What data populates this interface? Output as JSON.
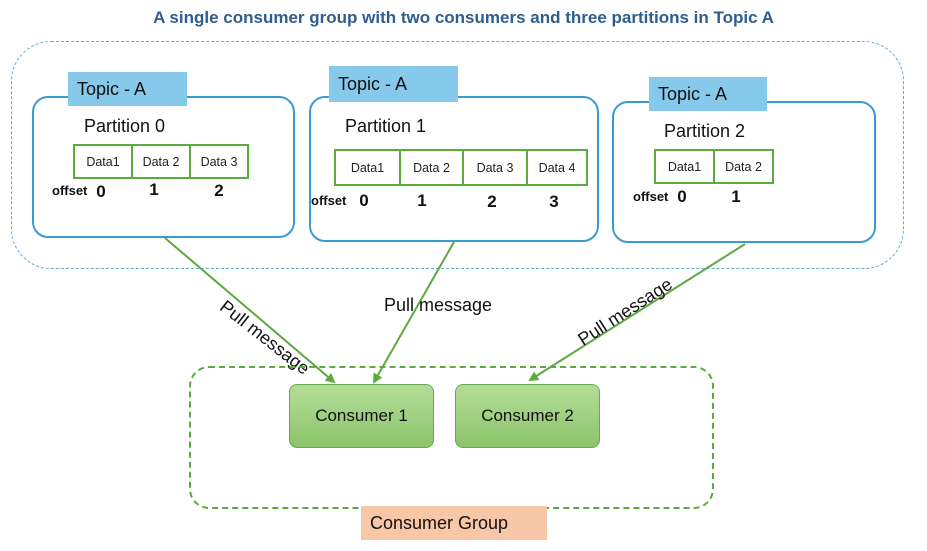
{
  "title": "A single consumer group with two consumers and three partitions in Topic A",
  "offset_label": "offset",
  "pull_label": "Pull message",
  "partitions": [
    {
      "topic": "Topic - A",
      "name": "Partition 0",
      "cells": [
        "Data1",
        "Data 2",
        "Data 3"
      ],
      "offsets": [
        "0",
        "1",
        "2"
      ]
    },
    {
      "topic": "Topic - A",
      "name": "Partition 1",
      "cells": [
        "Data1",
        "Data 2",
        "Data 3",
        "Data 4"
      ],
      "offsets": [
        "0",
        "1",
        "2",
        "3"
      ]
    },
    {
      "topic": "Topic - A",
      "name": "Partition 2",
      "cells": [
        "Data1",
        "Data 2"
      ],
      "offsets": [
        "0",
        "1"
      ]
    }
  ],
  "consumers": [
    "Consumer 1",
    "Consumer 2"
  ],
  "group_label": "Consumer Group",
  "colors": {
    "title": "#2e5e8e",
    "partition_border": "#3b9bd1",
    "topic_tag": "#86c9ea",
    "cell_border": "#5aaa3e",
    "arrow": "#5aaa3e",
    "consumer_fill": "#a3d284",
    "group_label": "#f7c7a8"
  }
}
